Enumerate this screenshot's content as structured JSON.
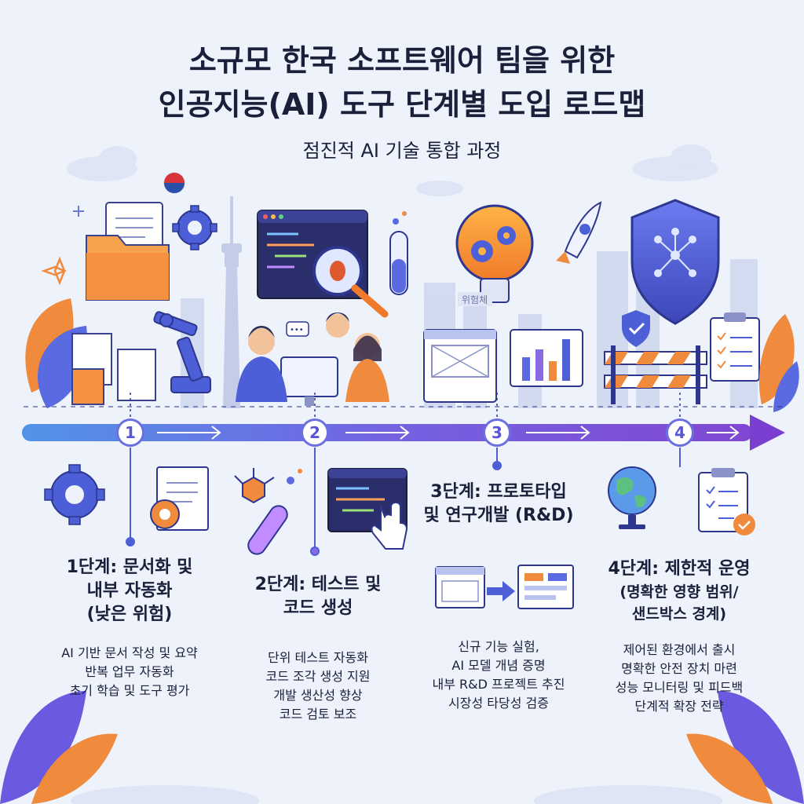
{
  "header": {
    "title_line1": "소규모 한국 소프트웨어 팀을 위한",
    "title_line2": "인공지능(AI) 도구 단계별 도입 로드맵",
    "subtitle": "점진적 AI 기술 통합 과정"
  },
  "scene": {
    "sign_text": "위험체"
  },
  "stages": [
    {
      "number": "1",
      "title_lines": [
        "1단계: 문서화 및",
        "내부 자동화",
        "(낮은 위험)"
      ],
      "items": [
        "AI 기반 문서 작성 및 요약",
        "반복 업무 자동화",
        "초기 학습 및 도구 평가"
      ]
    },
    {
      "number": "2",
      "title_lines": [
        "2단계: 테스트 및",
        "코드 생성"
      ],
      "items": [
        "단위 테스트 자동화",
        "코드 조각 생성 지원",
        "개발 생산성 향상",
        "코드 검토 보조"
      ]
    },
    {
      "number": "3",
      "title_lines": [
        "3단계: 프로토타입",
        "및 연구개발 (R&D)"
      ],
      "items": [
        "신규 기능 실험,",
        "AI 모델 개념 증명",
        "내부 R&D 프로젝트 추진",
        "시장성 타당성 검증"
      ]
    },
    {
      "number": "4",
      "title_lines": [
        "4단계: 제한적 운영",
        "(명확한 영향 범위/",
        "샌드박스 경계)"
      ],
      "items": [
        "제어된 환경에서 출시",
        "명확한 안전 장치 마련",
        "성능 모니터링 및 피드백",
        "단계적 확장 전략"
      ]
    }
  ],
  "colors": {
    "background": "#eef2fb",
    "arrow_start": "#4a8ee8",
    "arrow_end": "#7a3fd0",
    "accent_orange": "#f08a3c",
    "accent_blue": "#4d5fd6"
  }
}
